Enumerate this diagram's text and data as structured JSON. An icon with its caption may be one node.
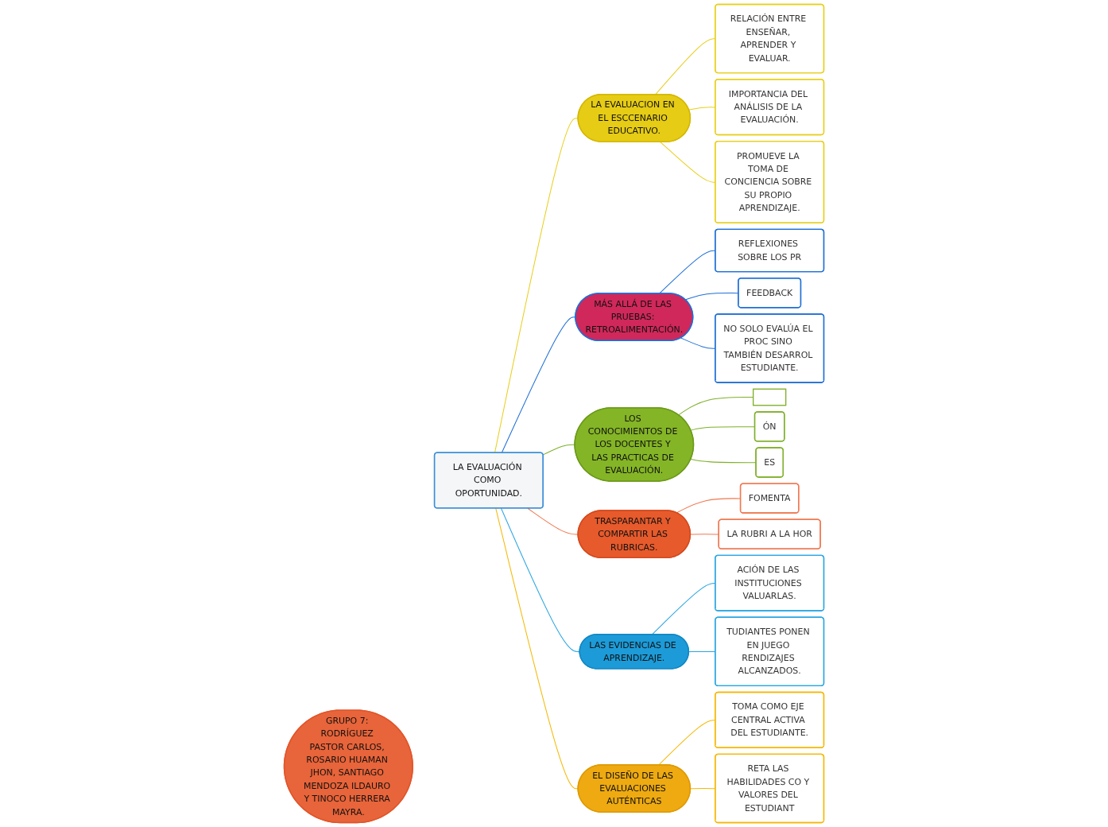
{
  "diagram": {
    "nodes": [
      {
        "text": [
          "LA EVALUACIÓN COMO OPORTUNIDAD."
        ]
      },
      {
        "text": [
          "LA EVALUACION EN EL ESCCENARIO EDUCATIVO."
        ]
      },
      {
        "text": [
          "RELACIÓN ENTRE ENSEÑAR, APRENDER Y EVALUAR."
        ]
      },
      {
        "text": [
          "IMPORTANCIA DEL ANÁLISIS DE LA EVALUACIÓN."
        ]
      },
      {
        "text": [
          "PROMUEVE LA TOMA DE CONCIENCIA SOBRE SU PROPIO APRENDIZAJE."
        ]
      },
      {
        "text": [
          "MÁS ALLÁ DE LAS PRUEBAS: RETROALIMENTACIÓN."
        ]
      },
      {
        "text": [
          "REFLEXIONES SOBRE LOS PR"
        ]
      },
      {
        "text": [
          "FEEDBACK"
        ]
      },
      {
        "text": [
          "NO SOLO EVALÚA EL PROC SINO TAMBIÉN DESARROL ESTUDIANTE."
        ]
      },
      {
        "text": [
          "LOS CONOCIMIENTOS DE LOS DOCENTES Y LAS PRACTICAS DE EVALUACIÓN."
        ]
      },
      {
        "text": [],
        "shape": "box"
      },
      {
        "text": [
          "ÓN"
        ]
      },
      {
        "text": [
          "ES"
        ]
      },
      {
        "text": [
          "TRASPARANTAR Y COMPARTIR LAS RUBRICAS."
        ]
      },
      {
        "text": [
          "FOMENTA"
        ]
      },
      {
        "text": [
          "LA RUBRI A LA HOR"
        ]
      },
      {
        "text": [
          "LAS EVIDENCIAS DE APRENDIZAJE."
        ]
      },
      {
        "text": [
          "ACIÓN DE LAS INSTITUCIONES VALUARLAS."
        ]
      },
      {
        "text": [
          "TUDIANTES PONEN EN JUEGO RENDIZAJES ALCANZADOS."
        ]
      },
      {
        "text": [
          "EL DISEÑO DE LAS EVALUACIONES AUTÉNTICAS"
        ]
      },
      {
        "text": [
          "TOMA COMO EJE CENTRAL ACTIVA DEL ESTUDIANTE."
        ]
      },
      {
        "text": [
          "RETA LAS HABILIDADES CO Y VALORES DEL ESTUDIANT"
        ]
      },
      {
        "text": [
          "GRUPO 7: RODRÍGUEZ PASTOR CARLOS, ROSARIO HUAMAN JHON, SANTIAGO MENDOZA ILDAURO Y TINOCO HERRERA MAYRA."
        ]
      }
    ],
    "edges": [
      {
        "from": 0,
        "to": 1,
        "arrow": "none",
        "color": "#e8cf1c"
      },
      {
        "from": 1,
        "to": 2,
        "arrow": "none",
        "color": "#e8cf1c"
      },
      {
        "from": 1,
        "to": 3,
        "arrow": "none",
        "color": "#e8cf1c"
      },
      {
        "from": 1,
        "to": 4,
        "arrow": "none",
        "color": "#e8cf1c"
      },
      {
        "from": 0,
        "to": 5,
        "arrow": "none",
        "color": "#1f6fd6"
      },
      {
        "from": 5,
        "to": 6,
        "arrow": "none",
        "color": "#1f6fd6"
      },
      {
        "from": 5,
        "to": 7,
        "arrow": "none",
        "color": "#1f6fd6"
      },
      {
        "from": 5,
        "to": 8,
        "arrow": "none",
        "color": "#1f6fd6"
      },
      {
        "from": 0,
        "to": 9,
        "arrow": "none",
        "color": "#7fb02a"
      },
      {
        "from": 9,
        "to": 10,
        "arrow": "none",
        "color": "#7fb02a"
      },
      {
        "from": 9,
        "to": 11,
        "arrow": "none",
        "color": "#7fb02a"
      },
      {
        "from": 9,
        "to": 12,
        "arrow": "none",
        "color": "#7fb02a"
      },
      {
        "from": 0,
        "to": 13,
        "arrow": "none",
        "color": "#f07850"
      },
      {
        "from": 13,
        "to": 14,
        "arrow": "none",
        "color": "#f07850"
      },
      {
        "from": 13,
        "to": 15,
        "arrow": "none",
        "color": "#f07850"
      },
      {
        "from": 0,
        "to": 16,
        "arrow": "none",
        "color": "#2aa6e2"
      },
      {
        "from": 16,
        "to": 17,
        "arrow": "none",
        "color": "#2aa6e2"
      },
      {
        "from": 16,
        "to": 18,
        "arrow": "none",
        "color": "#2aa6e2"
      },
      {
        "from": 0,
        "to": 19,
        "arrow": "none",
        "color": "#f5b800"
      },
      {
        "from": 19,
        "to": 20,
        "arrow": "none",
        "color": "#f5b800"
      },
      {
        "from": 19,
        "to": 21,
        "arrow": "none",
        "color": "#f5b800"
      }
    ]
  }
}
